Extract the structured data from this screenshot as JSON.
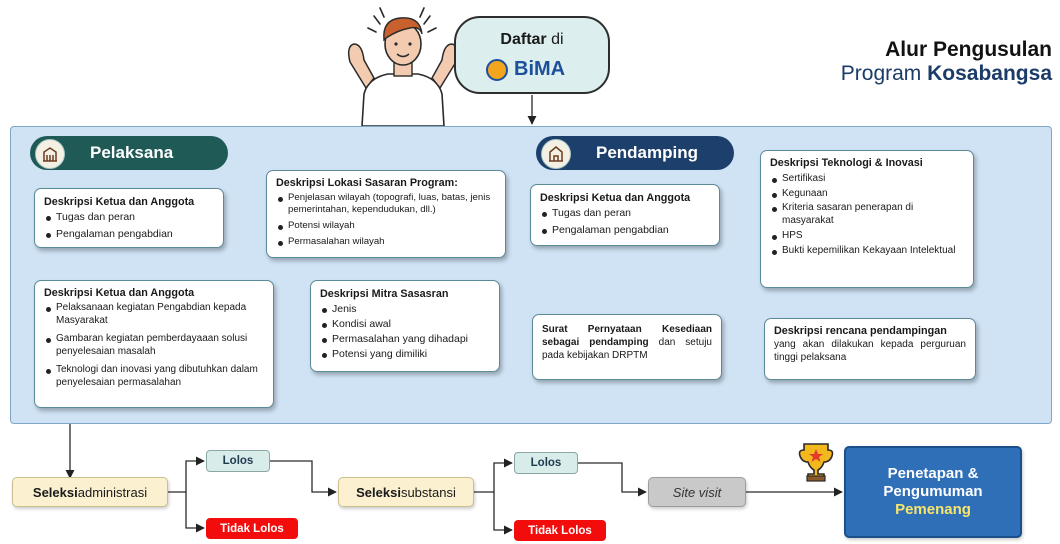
{
  "header": {
    "title_line1": "Alur Pengusulan",
    "title_line2_prefix": "Program ",
    "title_line2_bold": "Kosabangsa",
    "daftar_bold": "Daftar",
    "daftar_rest": " di",
    "bima_logo": "BiMA"
  },
  "pelaksana": {
    "label": "Pelaksana",
    "icon": "building-icon",
    "card_ketua": {
      "title": "Deskripsi Ketua dan Anggota",
      "items": [
        "Tugas dan peran",
        "Pengalaman pengabdian"
      ]
    },
    "card_lokasi": {
      "title": "Deskripsi Lokasi Sasaran Program:",
      "items": [
        "Penjelasan wilayah (topografi, luas, batas, jenis pemerintahan, kependudukan, dll.)",
        "Potensi wilayah",
        "Permasalahan wilayah"
      ]
    },
    "card_mitra": {
      "title": "Deskripsi Mitra Sasasran",
      "items": [
        "Jenis",
        "Kondisi awal",
        "Permasalahan yang dihadapi",
        "Potensi yang dimiliki"
      ]
    },
    "card_ketua2": {
      "title": "Deskripsi Ketua dan Anggota",
      "items": [
        "Pelaksanaan kegiatan Pengabdian kepada Masyarakat",
        "Gambaran kegiatan pemberdayaaan solusi penyelesaian masalah",
        "Teknologi dan inovasi yang dibutuhkan dalam penyelesaian permasalahan"
      ]
    }
  },
  "pendamping": {
    "label": "Pendamping",
    "icon": "house-icon",
    "card_ketua": {
      "title": "Deskripsi Ketua dan Anggota",
      "items": [
        "Tugas dan peran",
        "Pengalaman pengabdian"
      ]
    },
    "card_teknologi": {
      "title": "Deskripsi Teknologi & Inovasi",
      "items": [
        "Sertifikasi",
        "Kegunaan",
        "Kriteria sasaran penerapan di masyarakat",
        "HPS",
        "Bukti kepemilikan Kekayaan Intelektual"
      ]
    },
    "card_rencana": {
      "title": "Deskripsi rencana pendampingan",
      "text": "yang akan dilakukan kepada perguruan tinggi pelaksana"
    },
    "card_surat": {
      "bold": "Surat Pernyataan Kesediaan sebagai pendamping",
      "text": " dan setuju pada kebijakan DRPTM"
    }
  },
  "flow": {
    "seleksi_admin_bold": "Seleksi",
    "seleksi_admin_rest": " administrasi",
    "lolos1": "Lolos",
    "tidak_lolos1": "Tidak Lolos",
    "seleksi_sub_bold": "Seleksi",
    "seleksi_sub_rest": " substansi",
    "lolos2": "Lolos",
    "tidak_lolos2": "Tidak Lolos",
    "site_visit": "Site visit",
    "penetapan_line1": "Penetapan &",
    "penetapan_line2": "Pengumuman",
    "penetapan_line3": "Pemenang",
    "trophy_icon": "trophy-icon"
  },
  "colors": {
    "pelaksana_pill": "#1f5a56",
    "pendamping_pill": "#1d3f6b",
    "panel_bg": "#cfe3f5",
    "lolos_bg": "#d8ecea",
    "tidak_lolos_bg": "#f20c0c",
    "seleksi_bg": "#fbf0cf",
    "site_visit_bg": "#c9c9c9",
    "penetapan_bg": "#2f6fb8",
    "pemenang_text": "#f7e66b"
  }
}
